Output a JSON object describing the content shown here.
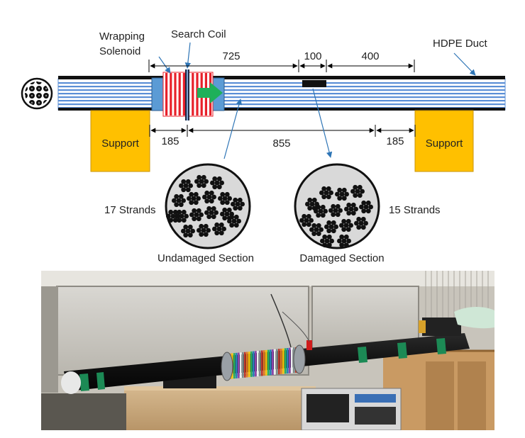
{
  "labels": {
    "wrapping_solenoid_line1": "Wrapping",
    "wrapping_solenoid_line2": "Solenoid",
    "search_coil": "Search Coil",
    "hdpe_duct": "HDPE Duct",
    "support_left": "Support",
    "support_right": "Support",
    "strands_left": "17 Strands",
    "strands_right": "15 Strands",
    "undamaged_section": "Undamaged Section",
    "damaged_section": "Damaged Section"
  },
  "dimensions": {
    "d725": "725",
    "d100": "100",
    "d400": "400",
    "d185_left": "185",
    "d855": "855",
    "d185_right": "185"
  },
  "colors": {
    "support": "#FFC000",
    "coil_red": "#E8202A",
    "coil_block": "#5B9BD5",
    "arrow": "#1EB05A",
    "duct_stripe": "#5B8FD6",
    "leader": "#2E75B6"
  }
}
